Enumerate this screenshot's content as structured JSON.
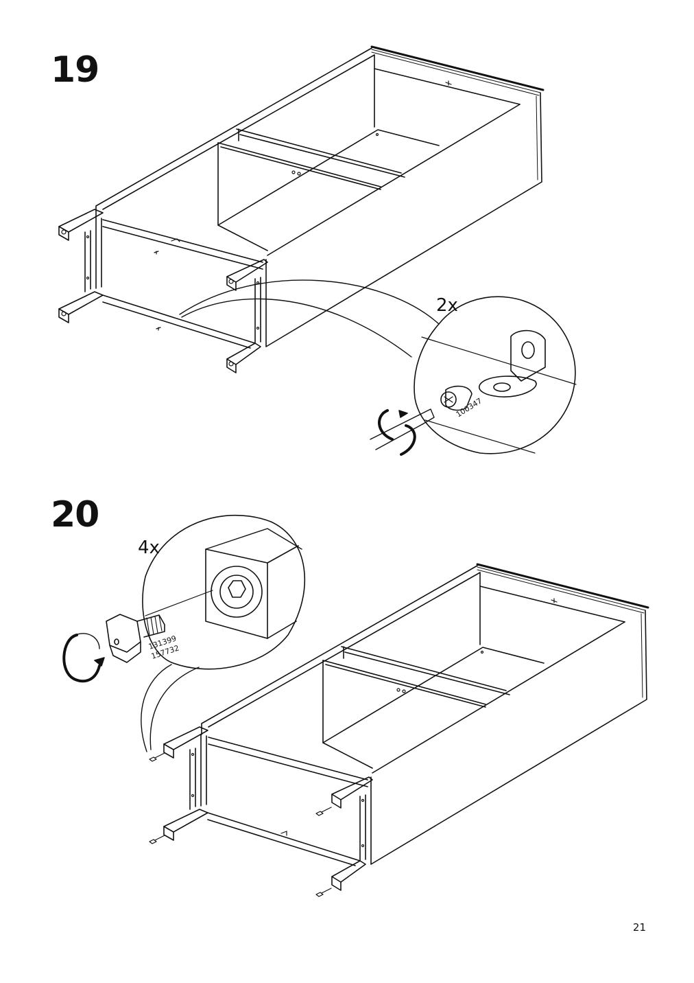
{
  "page": {
    "number": "21"
  },
  "steps": [
    {
      "number": "19",
      "quantity": "2x",
      "part_number": "100347"
    },
    {
      "number": "20",
      "quantity": "4x",
      "part_numbers": [
        "131399",
        "157732"
      ]
    }
  ],
  "colors": {
    "line": "#111111",
    "background": "#ffffff"
  }
}
